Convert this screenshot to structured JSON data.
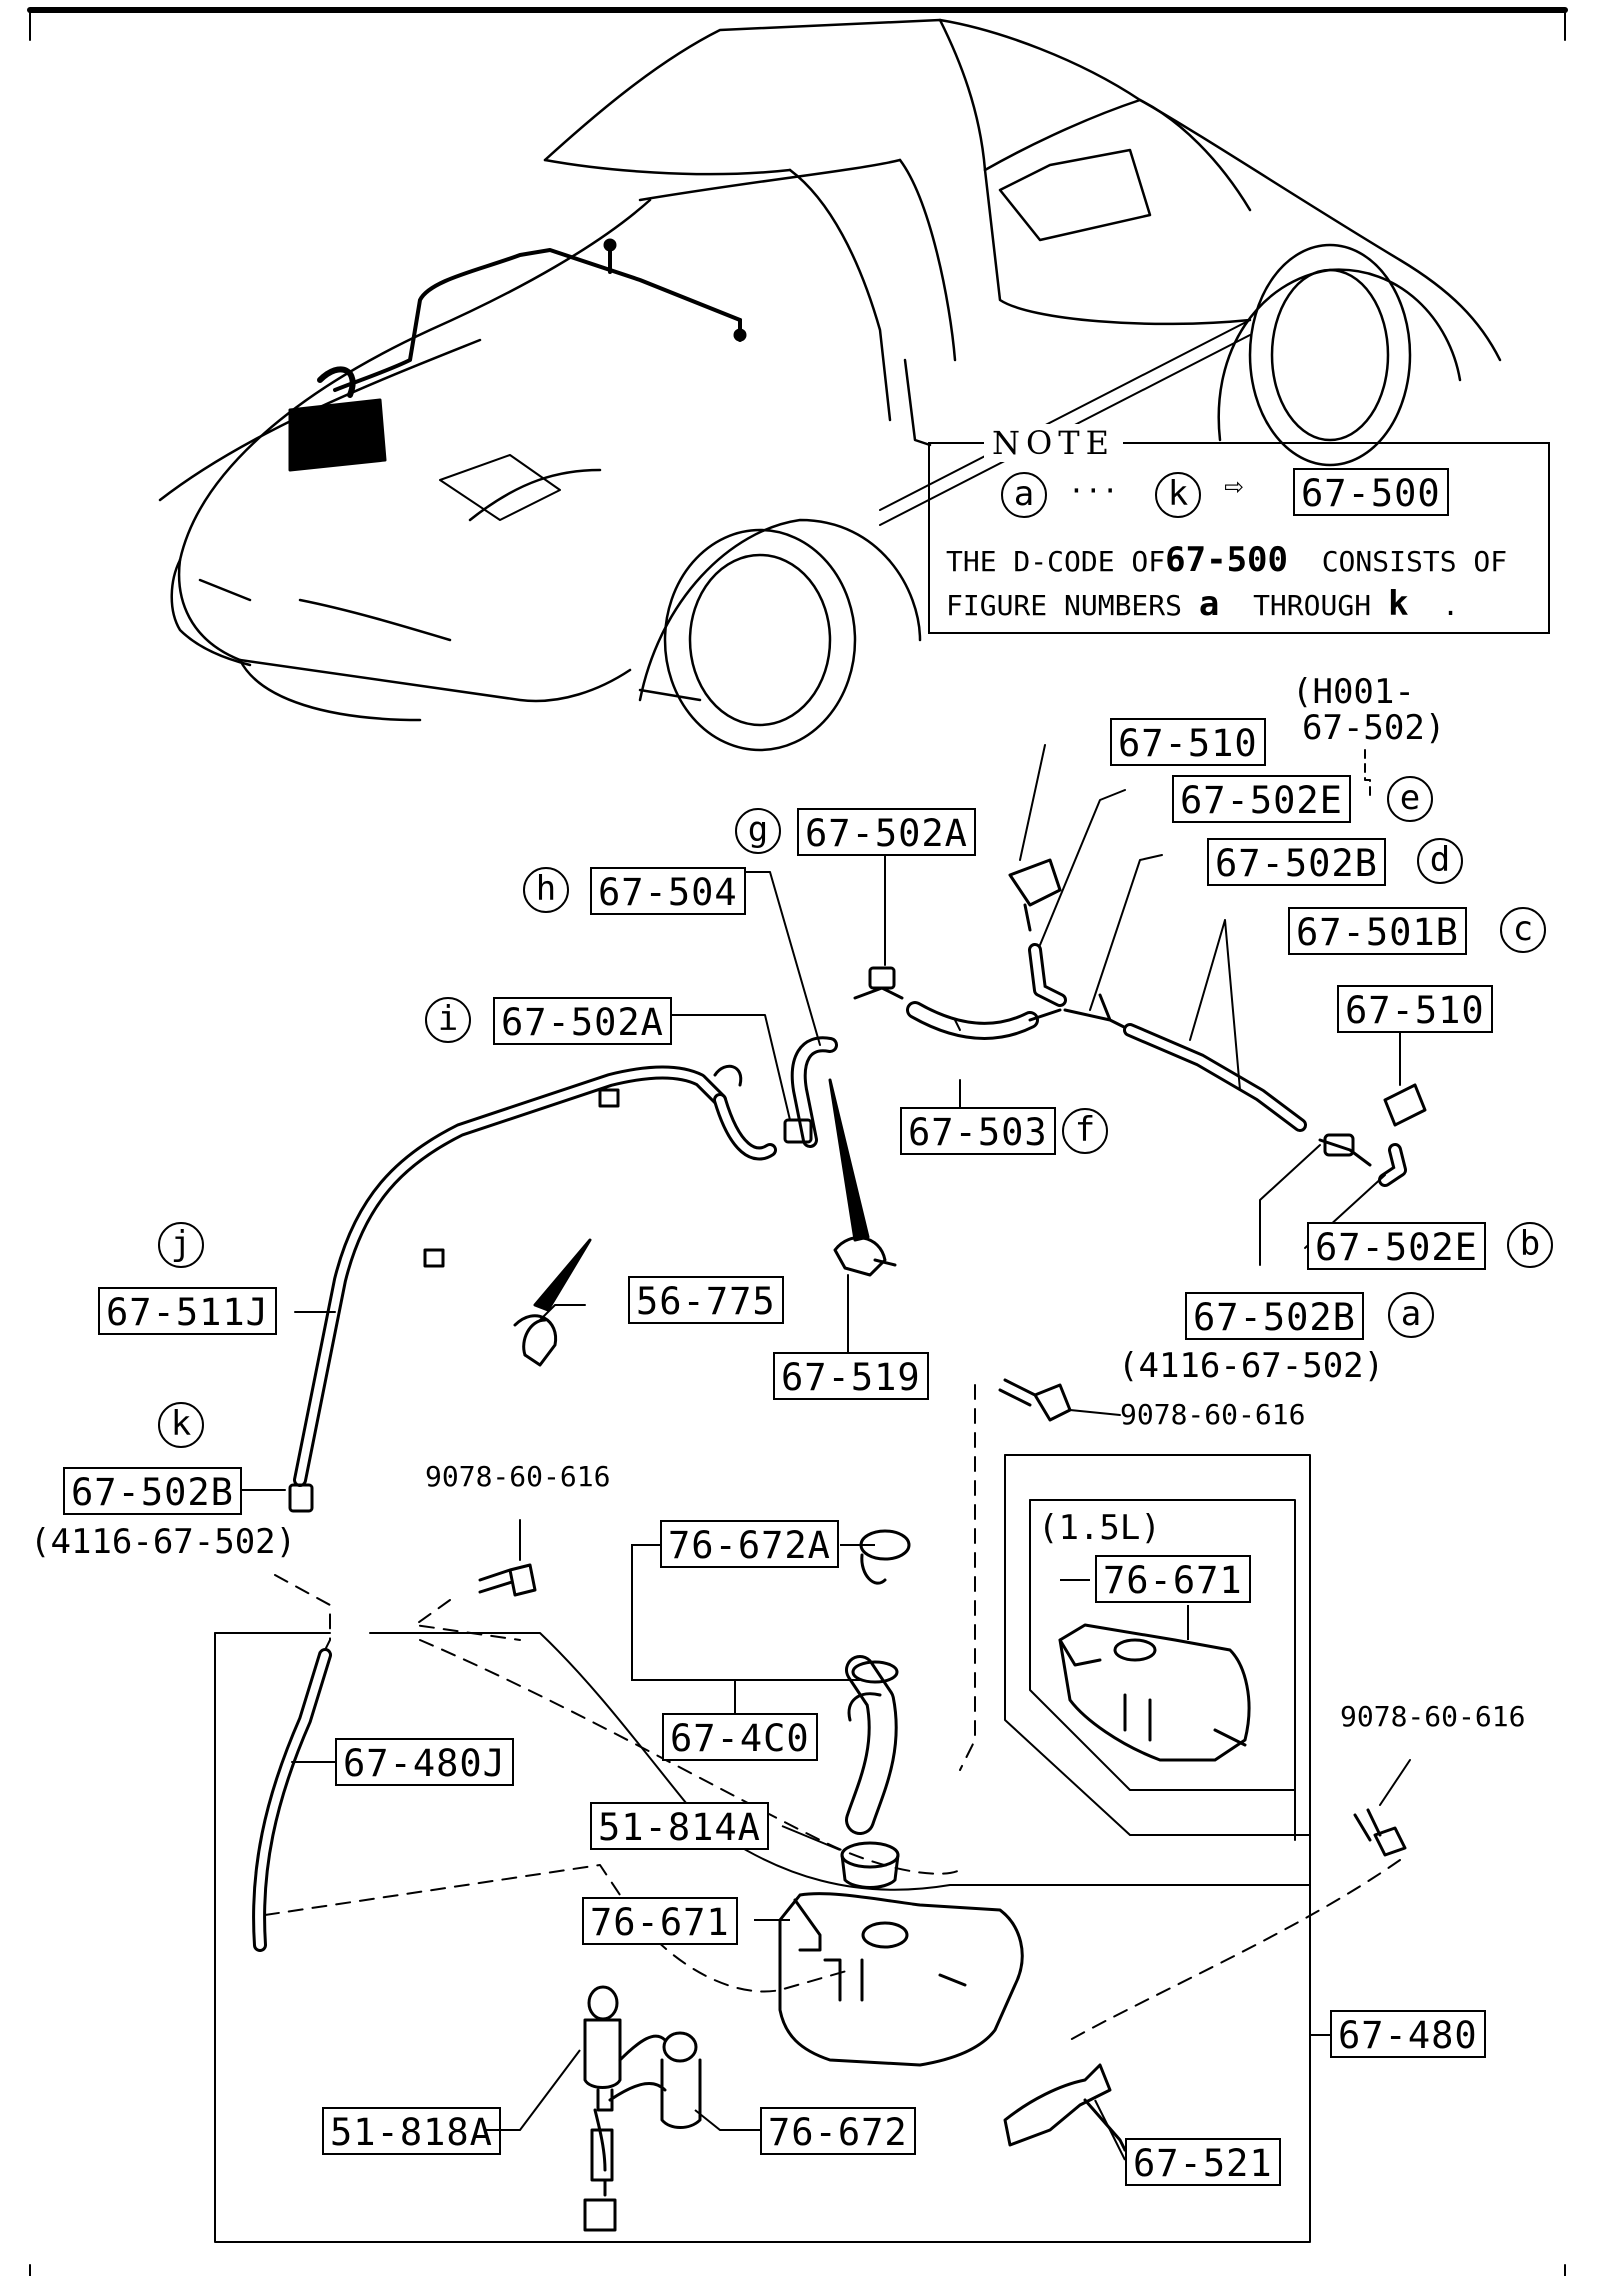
{
  "note": {
    "title": "NOTE",
    "range_start": "a",
    "range_sep": "···",
    "range_end": "k",
    "arrow": "⇨",
    "range_code": "67-500",
    "text_1a": "THE D-CODE OF",
    "text_1b": "67-500",
    "text_1c": "CONSISTS OF",
    "text_2a": "FIGURE NUMBERS",
    "text_2b": "a",
    "text_2c": "THROUGH",
    "text_2d": "k",
    "text_2e": "."
  },
  "refs": {
    "a": "a",
    "b": "b",
    "c": "c",
    "d": "d",
    "e": "e",
    "f": "f",
    "g": "g",
    "h": "h",
    "i": "i",
    "j": "j",
    "k": "k"
  },
  "labels": {
    "p67_510_top": "67-510",
    "p67_502E_top": "67-502E",
    "p67_502B_d": "67-502B",
    "p67_501B": "67-501B",
    "p67_510_right": "67-510",
    "p67_502A_g": "67-502A",
    "p67_504": "67-504",
    "p67_502A_i": "67-502A",
    "p67_503": "67-503",
    "p67_502E_b": "67-502E",
    "p67_502B_a": "67-502B",
    "p67_511J": "67-511J",
    "p56_775": "56-775",
    "p67_519": "67-519",
    "p67_502B_k": "67-502B",
    "p76_672A": "76-672A",
    "p76_671_inset": "76-671",
    "p67_4C0": "67-4C0",
    "p67_480J": "67-480J",
    "p51_814A": "51-814A",
    "p76_671": "76-671",
    "p67_480": "67-480",
    "p51_818A": "51-818A",
    "p76_672": "76-672",
    "p67_521": "67-521"
  },
  "texts": {
    "h001_line1": "(H001-",
    "h001_line2": "67-502)",
    "p4116_a": "(4116-67-502)",
    "p4116_k": "(4116-67-502)",
    "bolt_top": "9078-60-616",
    "bolt_left": "9078-60-616",
    "bolt_right": "9078-60-616",
    "inset_title": "(1.5L)"
  }
}
